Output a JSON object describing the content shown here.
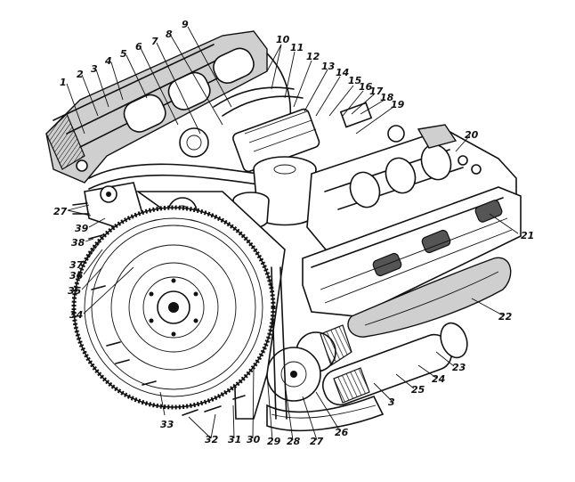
{
  "figure": {
    "callouts": [
      "1",
      "2",
      "3",
      "4",
      "5",
      "6",
      "7",
      "8",
      "9",
      "10",
      "11",
      "12",
      "13",
      "14",
      "15",
      "16",
      "17",
      "18",
      "19",
      "20",
      "21",
      "22",
      "23",
      "24",
      "25",
      "3",
      "26",
      "27",
      "28",
      "29",
      "30",
      "31",
      "32",
      "33",
      "34",
      "35",
      "36",
      "37",
      "38",
      "39",
      "27"
    ]
  }
}
